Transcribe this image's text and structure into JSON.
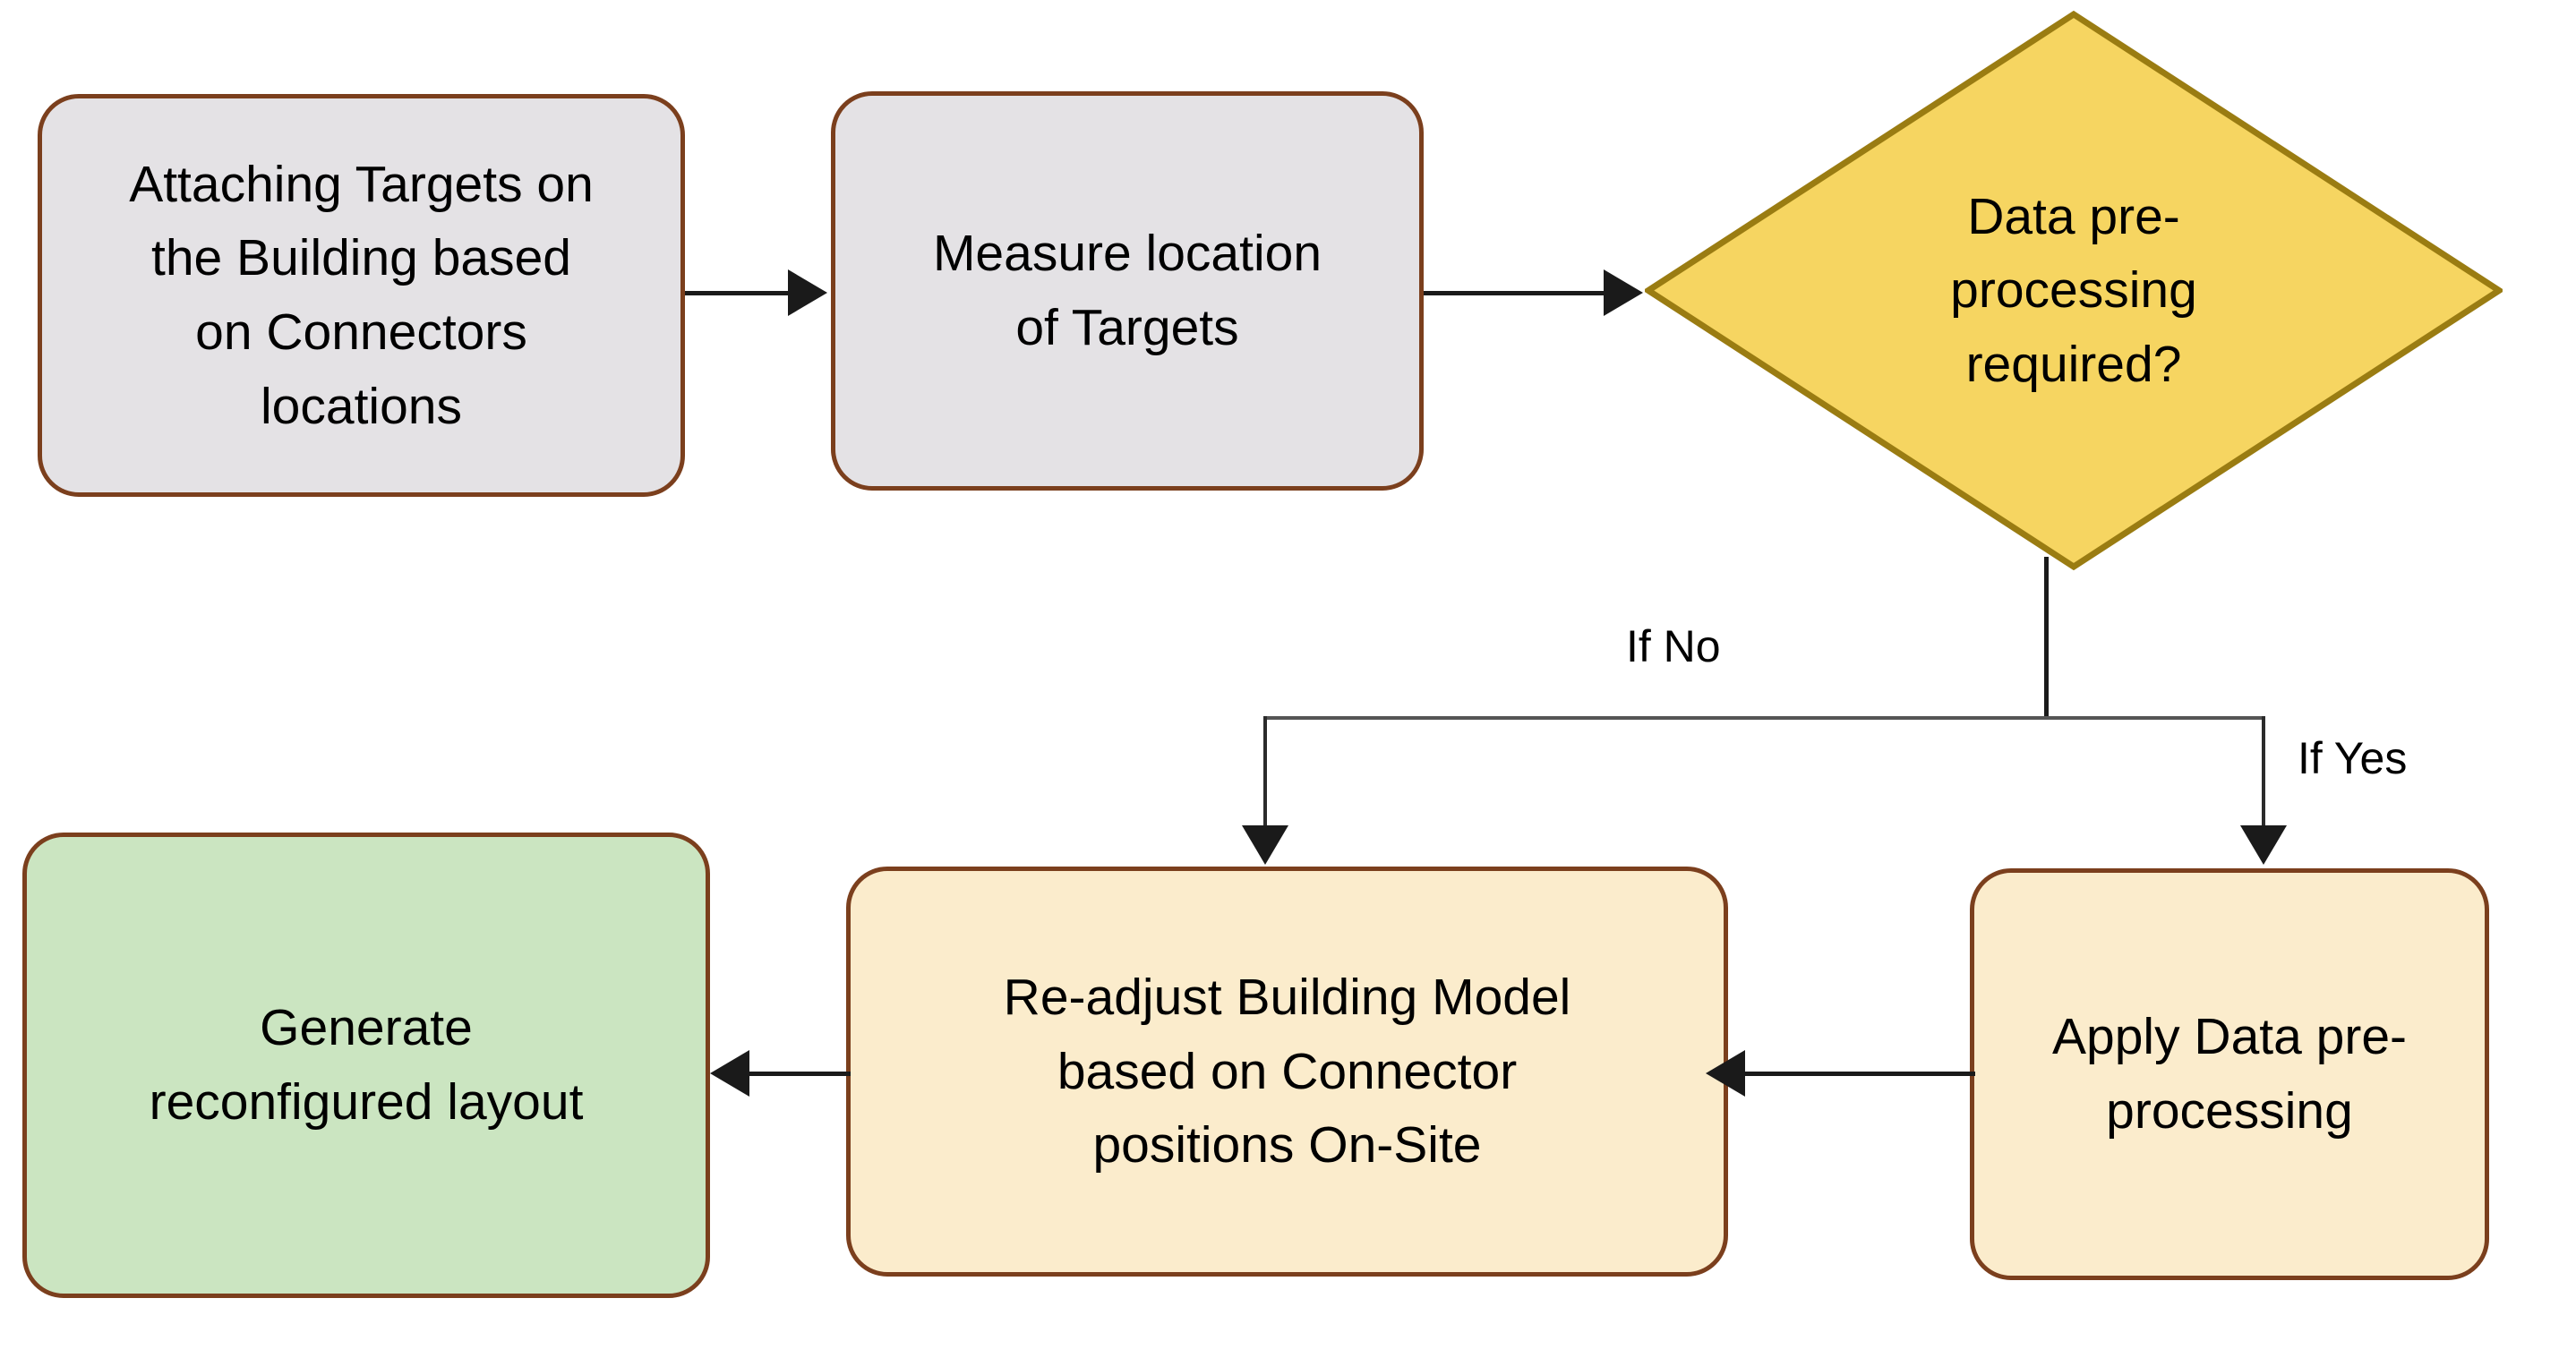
{
  "diagram": {
    "type": "flowchart",
    "title": "",
    "colors": {
      "process_grey_fill": "#e4e2e5",
      "process_cream_fill": "#fbeccc",
      "terminator_green_fill": "#cbe5c1",
      "decision_yellow_fill": "#f6d561",
      "decision_yellow_border": "#9a7c12",
      "node_border": "#7b3f1d",
      "connector": "#1a1a1a",
      "text": "#000000",
      "background": "#ffffff"
    },
    "nodes": [
      {
        "id": "attach-targets",
        "shape": "rounded-rectangle",
        "label": "Attaching Targets on\nthe Building based\non Connectors\nlocations",
        "fill": "#e4e2e5"
      },
      {
        "id": "measure-location",
        "shape": "rounded-rectangle",
        "label": "Measure location\nof Targets",
        "fill": "#e4e2e5"
      },
      {
        "id": "decision",
        "shape": "diamond",
        "label": "Data pre-\nprocessing\nrequired?",
        "fill": "#f6d561"
      },
      {
        "id": "apply-preprocessing",
        "shape": "rounded-rectangle",
        "label": "Apply Data pre-\nprocessing",
        "fill": "#fbeccc"
      },
      {
        "id": "readjust-model",
        "shape": "rounded-rectangle",
        "label": "Re-adjust Building Model\nbased on Connector\npositions On-Site",
        "fill": "#fbeccc"
      },
      {
        "id": "generate-layout",
        "shape": "rounded-rectangle",
        "label": "Generate\nreconfigured layout",
        "fill": "#cbe5c1"
      }
    ],
    "edges": [
      {
        "id": "e1",
        "from": "attach-targets",
        "to": "measure-location",
        "label": "",
        "direction": "right"
      },
      {
        "id": "e2",
        "from": "measure-location",
        "to": "decision",
        "label": "",
        "direction": "right"
      },
      {
        "id": "e3",
        "from": "decision",
        "to": "readjust-model",
        "label": "If No",
        "direction": "down"
      },
      {
        "id": "e4",
        "from": "decision",
        "to": "apply-preprocessing",
        "label": "If Yes",
        "direction": "down"
      },
      {
        "id": "e5",
        "from": "apply-preprocessing",
        "to": "readjust-model",
        "label": "",
        "direction": "left"
      },
      {
        "id": "e6",
        "from": "readjust-model",
        "to": "generate-layout",
        "label": "",
        "direction": "left"
      }
    ],
    "edge_labels": {
      "if_no": "If No",
      "if_yes": "If Yes"
    }
  }
}
